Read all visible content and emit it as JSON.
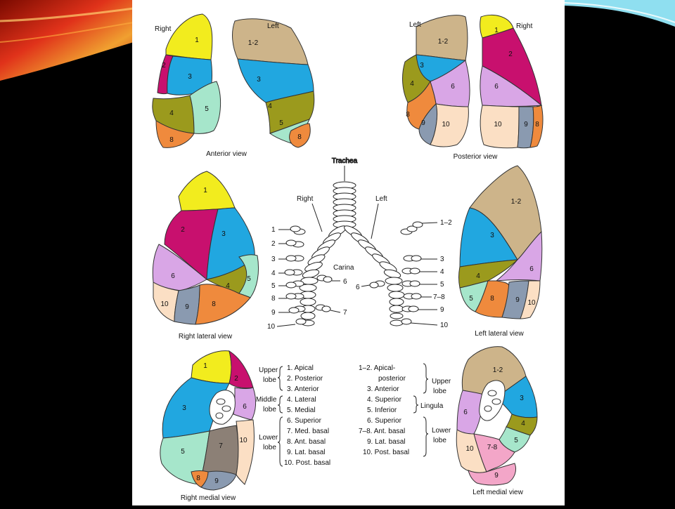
{
  "colors": {
    "yellow": "#f2ec1e",
    "magenta": "#c8106e",
    "blue": "#21a7e0",
    "olive": "#9b9a1d",
    "mint": "#a6e6cb",
    "orange": "#ef8a3d",
    "tan": "#cdb48a",
    "lilac": "#d9a6e6",
    "peach": "#fbdfc4",
    "slate": "#8a9ab0",
    "grey": "#8c8076",
    "pink": "#f3a6c8",
    "background": "#000000",
    "panel": "#ffffff"
  },
  "views": {
    "anterior": {
      "caption": "Anterior view",
      "right": "Right",
      "left": "Left"
    },
    "posterior": {
      "caption": "Posterior view",
      "right": "Right",
      "left": "Left"
    },
    "right_lateral": {
      "caption": "Right lateral view"
    },
    "left_lateral": {
      "caption": "Left lateral view"
    },
    "right_medial": {
      "caption": "Right medial view"
    },
    "left_medial": {
      "caption": "Left medial view"
    }
  },
  "bronchi": {
    "trachea": "Trachea",
    "right": "Right",
    "left": "Left",
    "carina": "Carina",
    "right_numbers": [
      "1",
      "2",
      "3",
      "4",
      "5",
      "8",
      "9",
      "10"
    ],
    "right_inner": [
      "6",
      "7"
    ],
    "left_numbers": [
      "1–2",
      "3",
      "4",
      "5",
      "7–8",
      "9",
      "10"
    ],
    "left_inner": [
      "6"
    ]
  },
  "legend": {
    "right": {
      "upper_lobe": {
        "label": [
          "Upper",
          "lobe"
        ],
        "items": [
          "1.  Apical",
          "2.  Posterior",
          "3.  Anterior"
        ]
      },
      "middle_lobe": {
        "label": [
          "Middle",
          "lobe"
        ],
        "items": [
          "4.  Lateral",
          "5.  Medial"
        ]
      },
      "lower_lobe": {
        "label": [
          "Lower",
          "lobe"
        ],
        "items": [
          "6.  Superior",
          "7.  Med. basal",
          "8.  Ant. basal",
          "9.  Lat. basal",
          "10.  Post. basal"
        ]
      }
    },
    "left": {
      "upper_lobe": {
        "label": [
          "Upper",
          "lobe"
        ],
        "items": [
          "1–2.  Apical-",
          "posterior",
          "3.  Anterior"
        ]
      },
      "lingula": {
        "label": [
          "Lingula"
        ],
        "items": [
          "4.  Superior",
          "5.  Inferior"
        ]
      },
      "lower_lobe": {
        "label": [
          "Lower",
          "lobe"
        ],
        "items": [
          "6.  Superior",
          "7–8.  Ant. basal",
          "9.  Lat. basal",
          "10.  Post. basal"
        ]
      }
    }
  },
  "segments": {
    "anterior": [
      "1",
      "2",
      "3",
      "4",
      "5",
      "8",
      "1-2",
      "3",
      "4",
      "5",
      "8"
    ],
    "posterior": [
      "1-2",
      "3",
      "4",
      "6",
      "8",
      "9",
      "10",
      "1",
      "2",
      "6",
      "10",
      "9",
      "8"
    ],
    "right_lateral": [
      "1",
      "2",
      "3",
      "6",
      "4",
      "5",
      "10",
      "9",
      "8"
    ],
    "left_lateral": [
      "1-2",
      "3",
      "4",
      "6",
      "5",
      "8",
      "9",
      "10"
    ],
    "right_medial": [
      "1",
      "2",
      "3",
      "6",
      "5",
      "7",
      "10",
      "8",
      "9"
    ],
    "left_medial": [
      "1-2",
      "3",
      "6",
      "4",
      "5",
      "10",
      "7-8",
      "9"
    ]
  }
}
